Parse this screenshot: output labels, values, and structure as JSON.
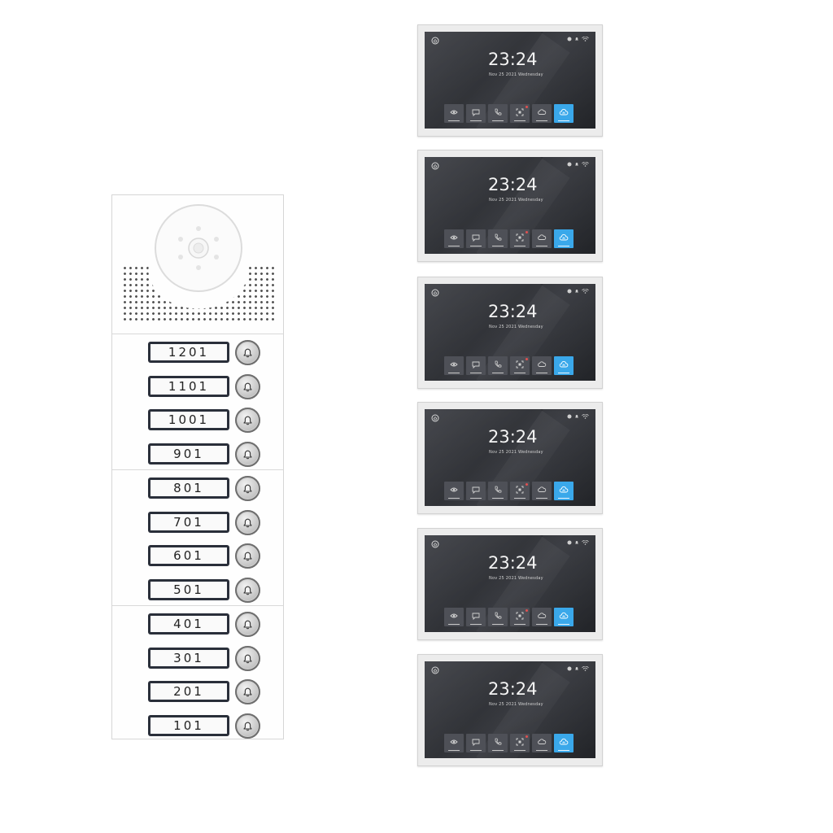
{
  "door_station": {
    "apartments": [
      "1201",
      "1101",
      "1001",
      "901",
      "801",
      "701",
      "601",
      "501",
      "401",
      "301",
      "201",
      "101"
    ]
  },
  "monitors": [
    {
      "time": "23:24",
      "date": "Nov 25 2021  Wednesday"
    },
    {
      "time": "23:24",
      "date": "Nov 25 2021  Wednesday"
    },
    {
      "time": "23:24",
      "date": "Nov 25 2021  Wednesday"
    },
    {
      "time": "23:24",
      "date": "Nov 25 2021  Wednesday"
    },
    {
      "time": "23:24",
      "date": "Nov 25 2021  Wednesday"
    },
    {
      "time": "23:24",
      "date": "Nov 25 2021  Wednesday"
    }
  ],
  "menu_icons": [
    "monitor-icon",
    "message-icon",
    "phone-icon",
    "scan-icon",
    "cloud-icon",
    "home-cloud-icon"
  ],
  "colors": {
    "active_tile": "#3aa8ea",
    "screen": "#2b2d32",
    "tile": "#4e5057"
  }
}
